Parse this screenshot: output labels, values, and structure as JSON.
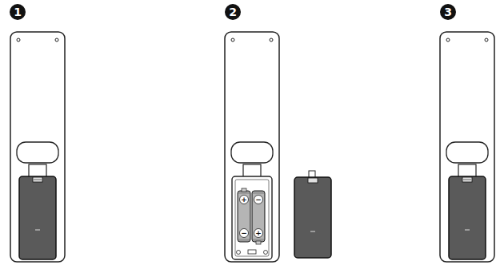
{
  "diagram": {
    "labels": [
      "1",
      "2",
      "3",
      "+",
      "−",
      "−",
      "+"
    ]
  }
}
